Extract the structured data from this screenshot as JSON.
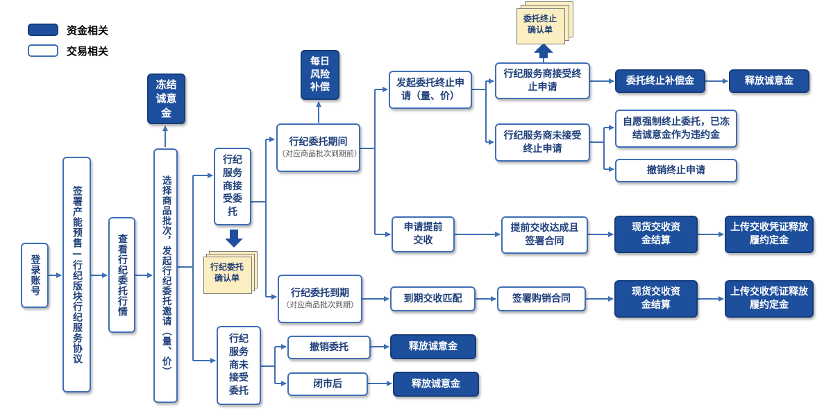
{
  "legend": {
    "fund": "资金相关",
    "trade": "交易相关"
  },
  "nodes": {
    "login": "登录账号",
    "sign": "签署产能预售—行纪版块行纪服务协议",
    "view": "查看行纪委托行情",
    "select": "选择商品批次，发起行纪委托邀请（量、价）",
    "freeze": "冻结诚意金",
    "accept": "行纪服务商接受委托",
    "reject": "行纪服务商未接受委托",
    "confirm_doc": "行纪委托确认单",
    "during": "行纪委托期间",
    "during_sub": "（对应商品批次到期前）",
    "daily": "每日风险补偿",
    "initiate_term": "发起委托终止申请（量、价）",
    "accept_term": "行纪服务商接受终止申请",
    "term_doc": "委托终止确认单",
    "term_comp": "委托终止补偿金",
    "release1": "释放诚意金",
    "reject_term": "行纪服务商未接受终止申请",
    "force_term": "自愿强制终止委托，已冻结诚意金作为违约金",
    "cancel_term": "撤销终止申请",
    "early": "申请提前交收",
    "early_sign": "提前交收达成且签署合同",
    "spot1": "现货交收资金结算",
    "upload1": "上传交收凭证释放履约定金",
    "expire": "行纪委托到期",
    "expire_sub": "（对应商品批次到期）",
    "match": "到期交收匹配",
    "purchase": "签署购销合同",
    "spot2": "现货交收资金结算",
    "upload2": "上传交收凭证释放履约定金",
    "cancel_entrust": "撤销委托",
    "release2": "释放诚意金",
    "close": "闭市后",
    "release3": "释放诚意金"
  },
  "colors": {
    "fund_fill": "#1e4f9c",
    "trade_border": "#3f6fb5",
    "connector": "#3f6fb5",
    "document": "#fbeec0"
  }
}
